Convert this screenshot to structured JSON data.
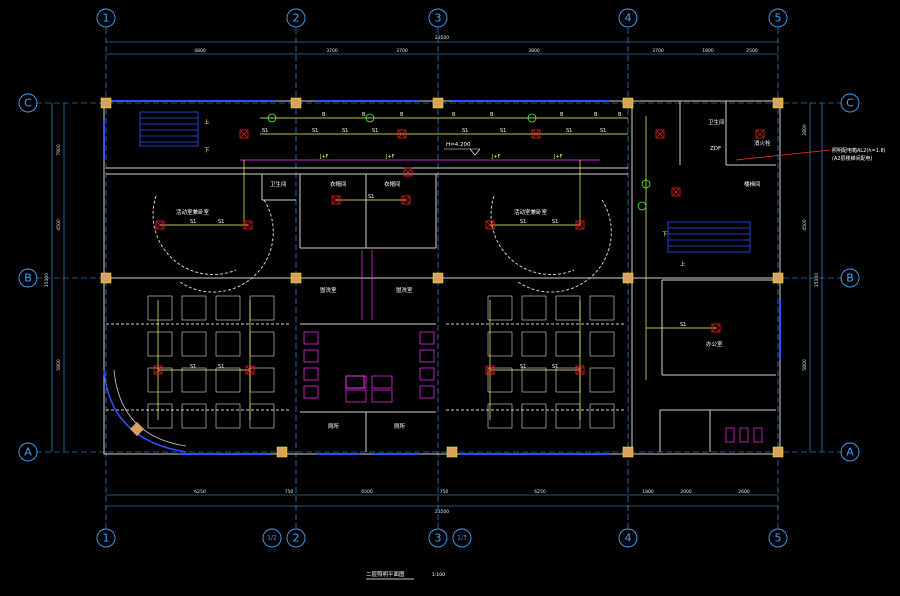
{
  "axes": {
    "vertical": [
      "1",
      "2",
      "3",
      "4",
      "5"
    ],
    "horizontal": [
      "C",
      "B",
      "A"
    ],
    "sub_axes": [
      "1/2",
      "1/3"
    ]
  },
  "dimensions": {
    "top": [
      "4800",
      "3700",
      "3700",
      "3800",
      "3700",
      "1800",
      "2500"
    ],
    "top_total": "23500",
    "bottom": [
      "6250",
      "750",
      "6500",
      "750",
      "6250",
      "1800",
      "2000",
      "2600"
    ],
    "bottom_total": "23500",
    "left": [
      "7800",
      "4500",
      "5800"
    ],
    "right": [
      "2800",
      "4500",
      "5800"
    ],
    "side_total": "15100"
  },
  "rooms": {
    "activity_left": "活动室兼卧室",
    "activity_right": "活动室兼卧室",
    "toilet_1": "卫生间",
    "storage_1": "衣帽间",
    "storage_2": "衣帽间",
    "hall_1": "盥洗室",
    "hall_2": "盥洗室",
    "wc_a": "厕所",
    "wc_b": "厕所",
    "office": "办公室",
    "stair_hall": "楼梯间",
    "wc_small": "卫生间"
  },
  "annotations": {
    "elevation": "H=4.200",
    "callout_line1": "照明配电箱AL2(h=1.8)",
    "callout_line2": "(A2层楼梯间配电)",
    "wire_s1": "S1",
    "wire_b": "B",
    "wire_jf": "J+F",
    "up": "上",
    "down": "下",
    "panel_label": "ZDF",
    "fire_label": "消火栓"
  },
  "title": {
    "main": "二层照明平面图",
    "scale": "1:100"
  },
  "colors": {
    "axis": "#3fa7ff",
    "wall": "#d0d0d0",
    "wall_blue": "#3050ff",
    "column": "#d9a066",
    "fixture_red": "#ff2020",
    "wire_yellow": "#ffff66",
    "wire_magenta": "#ff33ff",
    "green": "#40ff40",
    "cyan": "#40e0ff"
  }
}
